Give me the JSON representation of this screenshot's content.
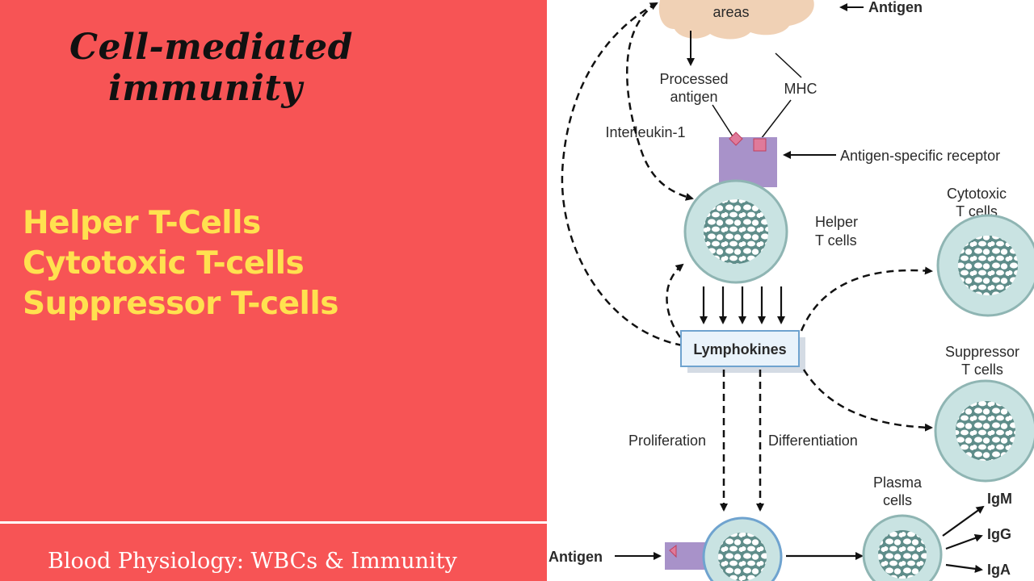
{
  "title": {
    "line1": "Cell-mediated",
    "line2": "immunity"
  },
  "cell_types": [
    "Helper T-Cells",
    "Cytotoxic T-cells",
    "Suppressor T-cells"
  ],
  "footer": {
    "caption": "Blood Physiology: WBCs & Immunity"
  },
  "diagram": {
    "areas_label": "areas",
    "antigen_top": "Antigen",
    "processed_antigen": [
      "Processed",
      "antigen"
    ],
    "mhc": "MHC",
    "interleukin": "Interleukin-1",
    "receptor": "Antigen-specific receptor",
    "helper": [
      "Helper",
      "T cells"
    ],
    "cytotoxic": [
      "Cytotoxic",
      "T cells"
    ],
    "suppressor": [
      "Suppressor",
      "T cells"
    ],
    "lymphokines": "Lymphokines",
    "proliferation": "Proliferation",
    "differentiation": "Differentiation",
    "plasma": [
      "Plasma",
      "cells"
    ],
    "antigen_bottom": "Antigen",
    "antibodies": [
      "IgM",
      "IgG",
      "IgA"
    ]
  },
  "colors": {
    "left_panel": "#f75455",
    "list_text": "#ffe14f",
    "cell_fill": "#c9e3e2",
    "receptor": "#a892c9",
    "cloud": "#f0d1b5"
  }
}
